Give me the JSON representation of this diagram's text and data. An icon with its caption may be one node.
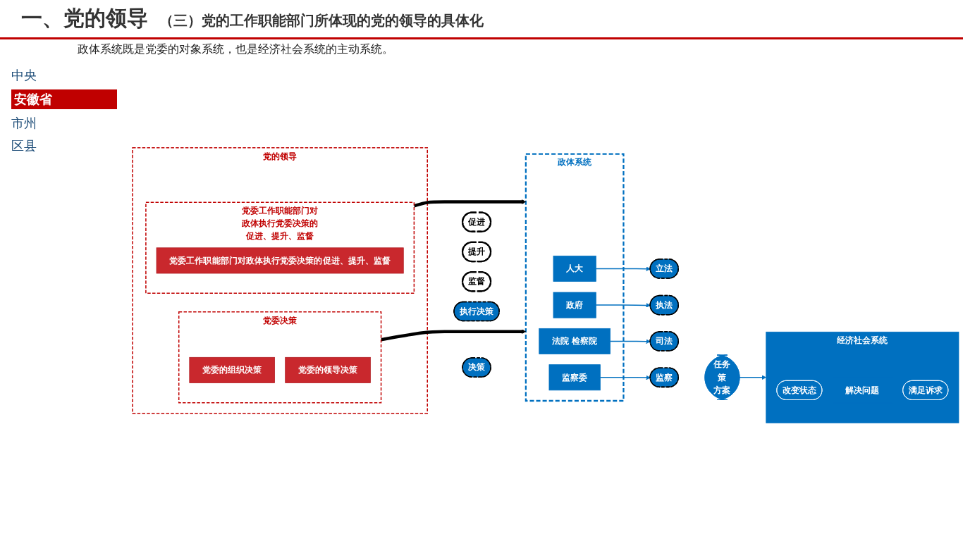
{
  "diagram": {
    "title": "一、党的领导",
    "nodes": [
      {
        "text": [
          "党的领导"
        ]
      },
      {
        "text": [
          "党委决策"
        ],
        "in": 0
      },
      {
        "text": [
          "党委的组织决策"
        ],
        "in": 1
      },
      {
        "text": [
          "党委的领导决策"
        ],
        "in": 1
      },
      {
        "text": [
          "党委工作职能部门对政体执行党委决策的促进、提升、监督"
        ],
        "in": 0
      },
      {
        "text": [
          "党委工作职能部门对政体执行党委决策的促进、提升、监督"
        ],
        "in": 4
      },
      {
        "text": [
          "决策"
        ]
      },
      {
        "text": [
          "促进"
        ]
      },
      {
        "text": [
          "提升"
        ]
      },
      {
        "text": [
          "监督"
        ]
      },
      {
        "text": [
          "政体系统"
        ]
      },
      {
        "text": [
          "执行决策"
        ]
      },
      {
        "text": [
          "人大"
        ],
        "in": 10
      },
      {
        "text": [
          "政府"
        ],
        "in": 10
      },
      {
        "text": [
          "法院 检察院"
        ],
        "in": 10
      },
      {
        "text": [
          "监察委"
        ],
        "in": 10
      },
      {
        "text": [
          "立法"
        ]
      },
      {
        "text": [
          "执法"
        ]
      },
      {
        "text": [
          "司法"
        ]
      },
      {
        "text": [
          "监察"
        ]
      },
      {
        "text": [
          "任务",
          "策",
          "方案"
        ]
      },
      {
        "text": [
          "经济社会系统"
        ]
      },
      {
        "text": [
          "改变状态"
        ],
        "in": 21
      },
      {
        "text": [
          "解决问题"
        ],
        "in": 21
      },
      {
        "text": [
          "满足诉求"
        ],
        "in": 21
      }
    ],
    "edges": [
      {
        "from": 1,
        "to": 10,
        "arrow": "to",
        "style": "thick",
        "color": "#000000"
      },
      {
        "from": 4,
        "to": 10,
        "arrow": "to",
        "style": "thick",
        "color": "#000000"
      },
      {
        "from": 12,
        "to": 16,
        "arrow": "to"
      },
      {
        "from": 13,
        "to": 17,
        "arrow": "to"
      },
      {
        "from": 14,
        "to": 18,
        "arrow": "to"
      },
      {
        "from": 15,
        "to": 19,
        "arrow": "to"
      },
      {
        "from": 20,
        "to": 21,
        "arrow": "to"
      }
    ],
    "labels": [
      "（三）党的工作职能部门所体现的党的领导的具体化",
      "政体系统既是党委的对象系统，也是经济社会系统的主动系统。",
      "中央",
      "安徽省",
      "市州",
      "区县"
    ]
  }
}
